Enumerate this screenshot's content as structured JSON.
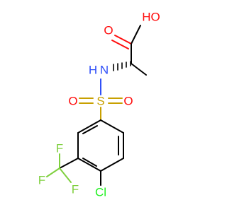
{
  "colors": {
    "carbon": "#000000",
    "oxygen": "#ff0d0d",
    "nitrogen": "#3050f8",
    "sulfur": "#c8a000",
    "fluorine": "#7fd03f",
    "chlorine": "#1ff01f",
    "background": "#ffffff"
  },
  "atoms": {
    "hydroxyl": "HO",
    "carbonyl_oxygen": "O",
    "amine": "H",
    "amine_n": "N",
    "sulfur": "S",
    "sulfonyl_oxygen_left": "O",
    "sulfonyl_oxygen_right": "O",
    "fluorine_top": "F",
    "fluorine_left": "F",
    "fluorine_bottom": "F",
    "chlorine": "Cl"
  }
}
